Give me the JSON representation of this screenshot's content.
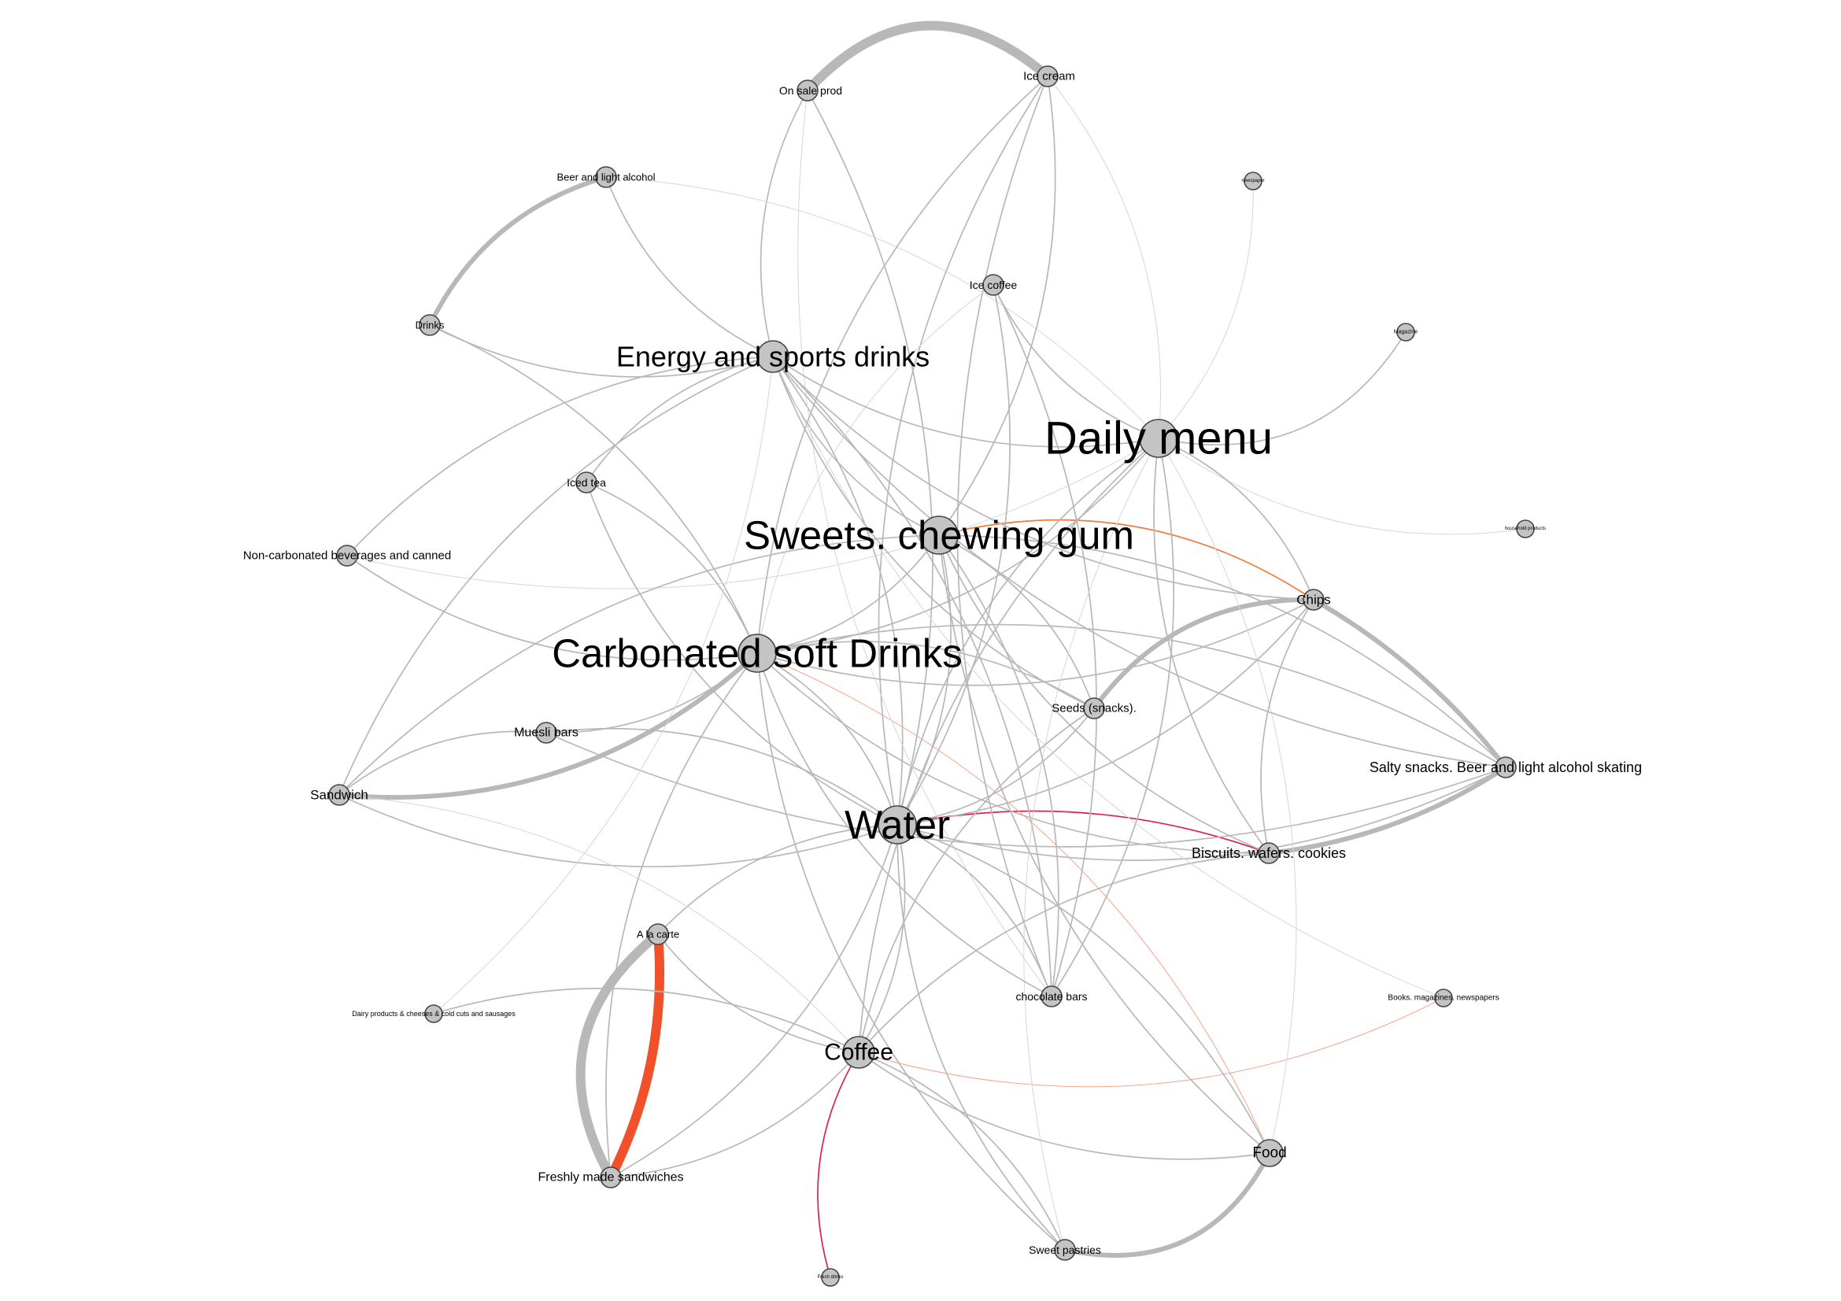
{
  "colors": {
    "edge_default": "#b8b8b8",
    "edge_light": "#d6d6d6",
    "edge_highlight_strong": "#f0502a",
    "edge_highlight_orange": "#f27a3a",
    "edge_highlight_crimson": "#e0204a",
    "edge_highlight_salmon": "#f4a48a",
    "node_fill": "#c4c4c4",
    "node_stroke": "#444444",
    "background": "#ffffff"
  },
  "nodes": [
    {
      "id": "on-sale-prod",
      "label": "On sale prod",
      "size": "small"
    },
    {
      "id": "ice-cream",
      "label": "Ice cream",
      "size": "small"
    },
    {
      "id": "beer-light-alcohol",
      "label": "Beer and light alcohol",
      "size": "small"
    },
    {
      "id": "newspaper",
      "label": "newspaper",
      "size": "tiny"
    },
    {
      "id": "ice-coffee",
      "label": "Ice coffee",
      "size": "small"
    },
    {
      "id": "drinks",
      "label": "Drinks",
      "size": "small"
    },
    {
      "id": "magazine",
      "label": "Magazine",
      "size": "tiny"
    },
    {
      "id": "energy-sports-drinks",
      "label": "Energy and sports drinks",
      "size": "large"
    },
    {
      "id": "daily-menu",
      "label": "Daily menu",
      "size": "xlarge"
    },
    {
      "id": "iced-tea",
      "label": "Iced tea",
      "size": "small"
    },
    {
      "id": "household-products",
      "label": "household products",
      "size": "tiny"
    },
    {
      "id": "sweets-chewing-gum",
      "label": "Sweets. chewing gum",
      "size": "xlarge"
    },
    {
      "id": "non-carbonated",
      "label": "Non-carbonated beverages and canned",
      "size": "small"
    },
    {
      "id": "chips",
      "label": "Chips",
      "size": "small"
    },
    {
      "id": "carbonated-soft-drinks",
      "label": "Carbonated soft Drinks",
      "size": "xlarge"
    },
    {
      "id": "seeds-snacks",
      "label": "Seeds (snacks).",
      "size": "small"
    },
    {
      "id": "muesli-bars",
      "label": "Muesli bars",
      "size": "small"
    },
    {
      "id": "salty-snacks",
      "label": "Salty snacks. Beer and light alcohol skating",
      "size": "small"
    },
    {
      "id": "sandwich",
      "label": "Sandwich",
      "size": "small"
    },
    {
      "id": "water",
      "label": "Water",
      "size": "xlarge"
    },
    {
      "id": "biscuits",
      "label": "Biscuits. wafers. cookies",
      "size": "small"
    },
    {
      "id": "a-la-carte",
      "label": "A la carte",
      "size": "small"
    },
    {
      "id": "chocolate-bars",
      "label": "chocolate bars",
      "size": "small"
    },
    {
      "id": "books-magazines",
      "label": "Books. magazines. newspapers",
      "size": "tiny"
    },
    {
      "id": "dairy-products",
      "label": "Dairy products & cheeses & cold cuts and sausages",
      "size": "tiny"
    },
    {
      "id": "coffee",
      "label": "Coffee",
      "size": "large"
    },
    {
      "id": "food",
      "label": "Food",
      "size": "medium"
    },
    {
      "id": "freshly-made-sandwiches",
      "label": "Freshly made sandwiches",
      "size": "small"
    },
    {
      "id": "sweet-pastries",
      "label": "Sweet pastries",
      "size": "small"
    },
    {
      "id": "fresh-drinks",
      "label": "Fresh drinks",
      "size": "tiny"
    }
  ],
  "edges": [
    {
      "source": "on-sale-prod",
      "target": "ice-cream",
      "weight": "heavy",
      "color": "default"
    },
    {
      "source": "beer-light-alcohol",
      "target": "drinks",
      "weight": "medium",
      "color": "default"
    },
    {
      "source": "a-la-carte",
      "target": "freshly-made-sandwiches",
      "weight": "heavy",
      "color": "highlight_strong"
    },
    {
      "source": "a-la-carte",
      "target": "freshly-made-sandwiches",
      "weight": "heavy",
      "color": "default"
    },
    {
      "source": "chips",
      "target": "salty-snacks",
      "weight": "medium",
      "color": "default"
    },
    {
      "source": "food",
      "target": "sweet-pastries",
      "weight": "medium",
      "color": "default"
    },
    {
      "source": "carbonated-soft-drinks",
      "target": "sandwich",
      "weight": "medium",
      "color": "default"
    },
    {
      "source": "coffee",
      "target": "fresh-drinks",
      "weight": "thin",
      "color": "highlight_crimson"
    },
    {
      "source": "water",
      "target": "biscuits",
      "weight": "thin",
      "color": "highlight_crimson"
    },
    {
      "source": "sweets-chewing-gum",
      "target": "chips",
      "weight": "thin",
      "color": "highlight_orange"
    },
    {
      "source": "energy-sports-drinks",
      "target": "daily-menu",
      "weight": "hair",
      "color": "highlight_salmon"
    },
    {
      "source": "carbonated-soft-drinks",
      "target": "food",
      "weight": "hair",
      "color": "highlight_salmon"
    },
    {
      "source": "coffee",
      "target": "books-magazines",
      "weight": "hair",
      "color": "highlight_salmon"
    },
    {
      "source": "seeds-snacks",
      "target": "chips",
      "weight": "medium",
      "color": "default"
    },
    {
      "source": "salty-snacks",
      "target": "biscuits",
      "weight": "medium",
      "color": "default"
    },
    {
      "source": "daily-menu",
      "target": "magazine",
      "weight": "thin",
      "color": "default"
    },
    {
      "source": "on-sale-prod",
      "target": "energy-sports-drinks",
      "weight": "thin",
      "color": "default"
    },
    {
      "source": "sandwich",
      "target": "muesli-bars",
      "weight": "thin",
      "color": "default"
    },
    {
      "source": "coffee",
      "target": "food",
      "weight": "thin",
      "color": "default"
    },
    {
      "source": "coffee",
      "target": "freshly-made-sandwiches",
      "weight": "thin",
      "color": "default"
    },
    {
      "source": "a-la-carte",
      "target": "coffee",
      "weight": "thin",
      "color": "default"
    },
    {
      "source": "dairy-products",
      "target": "coffee",
      "weight": "thin",
      "color": "default"
    },
    {
      "source": "carbonated-soft-drinks",
      "target": "freshly-made-sandwiches",
      "weight": "thin",
      "color": "default"
    },
    {
      "source": "energy-sports-drinks",
      "target": "water",
      "weight": "thin",
      "color": "default"
    },
    {
      "source": "energy-sports-drinks",
      "target": "sweets-chewing-gum",
      "weight": "thin",
      "color": "default"
    },
    {
      "source": "carbonated-soft-drinks",
      "target": "water",
      "weight": "thin",
      "color": "default"
    },
    {
      "source": "carbonated-soft-drinks",
      "target": "sweets-chewing-gum",
      "weight": "thin",
      "color": "default"
    },
    {
      "source": "sweets-chewing-gum",
      "target": "water",
      "weight": "thin",
      "color": "default"
    },
    {
      "source": "daily-menu",
      "target": "water",
      "weight": "thin",
      "color": "default"
    },
    {
      "source": "daily-menu",
      "target": "carbonated-soft-drinks",
      "weight": "thin",
      "color": "default"
    },
    {
      "source": "ice-cream",
      "target": "water",
      "weight": "thin",
      "color": "default"
    },
    {
      "source": "ice-cream",
      "target": "daily-menu",
      "weight": "hair",
      "color": "light"
    },
    {
      "source": "ice-cream",
      "target": "chocolate-bars",
      "weight": "thin",
      "color": "default"
    },
    {
      "source": "ice-coffee",
      "target": "chocolate-bars",
      "weight": "thin",
      "color": "default"
    },
    {
      "source": "water",
      "target": "salty-snacks",
      "weight": "thin",
      "color": "default"
    },
    {
      "source": "water",
      "target": "coffee",
      "weight": "thin",
      "color": "default"
    },
    {
      "source": "water",
      "target": "sweet-pastries",
      "weight": "thin",
      "color": "default"
    },
    {
      "source": "water",
      "target": "chocolate-bars",
      "weight": "thin",
      "color": "default"
    },
    {
      "source": "water",
      "target": "seeds-snacks",
      "weight": "thin",
      "color": "default"
    },
    {
      "source": "carbonated-soft-drinks",
      "target": "seeds-snacks",
      "weight": "thin",
      "color": "default"
    },
    {
      "source": "carbonated-soft-drinks",
      "target": "biscuits",
      "weight": "thin",
      "color": "default"
    },
    {
      "source": "carbonated-soft-drinks",
      "target": "salty-snacks",
      "weight": "thin",
      "color": "default"
    },
    {
      "source": "carbonated-soft-drinks",
      "target": "chips",
      "weight": "thin",
      "color": "default"
    },
    {
      "source": "sweets-chewing-gum",
      "target": "seeds-snacks",
      "weight": "thin",
      "color": "default"
    },
    {
      "source": "sweets-chewing-gum",
      "target": "biscuits",
      "weight": "thin",
      "color": "default"
    },
    {
      "source": "energy-sports-drinks",
      "target": "chocolate-bars",
      "weight": "thin",
      "color": "default"
    },
    {
      "source": "drinks",
      "target": "energy-sports-drinks",
      "weight": "thin",
      "color": "default"
    },
    {
      "source": "drinks",
      "target": "carbonated-soft-drinks",
      "weight": "thin",
      "color": "default"
    },
    {
      "source": "beer-light-alcohol",
      "target": "energy-sports-drinks",
      "weight": "thin",
      "color": "default"
    },
    {
      "source": "beer-light-alcohol",
      "target": "daily-menu",
      "weight": "hair",
      "color": "light"
    },
    {
      "source": "non-carbonated",
      "target": "carbonated-soft-drinks",
      "weight": "thin",
      "color": "default"
    },
    {
      "source": "non-carbonated",
      "target": "energy-sports-drinks",
      "weight": "thin",
      "color": "default"
    },
    {
      "source": "non-carbonated",
      "target": "daily-menu",
      "weight": "hair",
      "color": "light"
    },
    {
      "source": "iced-tea",
      "target": "carbonated-soft-drinks",
      "weight": "thin",
      "color": "default"
    },
    {
      "source": "iced-tea",
      "target": "water",
      "weight": "thin",
      "color": "default"
    },
    {
      "source": "iced-tea",
      "target": "energy-sports-drinks",
      "weight": "thin",
      "color": "default"
    },
    {
      "source": "muesli-bars",
      "target": "carbonated-soft-drinks",
      "weight": "thin",
      "color": "default"
    },
    {
      "source": "muesli-bars",
      "target": "water",
      "weight": "thin",
      "color": "default"
    },
    {
      "source": "muesli-bars",
      "target": "salty-snacks",
      "weight": "thin",
      "color": "default"
    },
    {
      "source": "sandwich",
      "target": "energy-sports-drinks",
      "weight": "thin",
      "color": "default"
    },
    {
      "source": "sandwich",
      "target": "water",
      "weight": "thin",
      "color": "default"
    },
    {
      "source": "sandwich",
      "target": "sweets-chewing-gum",
      "weight": "thin",
      "color": "default"
    },
    {
      "source": "daily-menu",
      "target": "household-products",
      "weight": "hair",
      "color": "light"
    },
    {
      "source": "daily-menu",
      "target": "chips",
      "weight": "thin",
      "color": "default"
    },
    {
      "source": "daily-menu",
      "target": "biscuits",
      "weight": "thin",
      "color": "default"
    },
    {
      "source": "daily-menu",
      "target": "chocolate-bars",
      "weight": "thin",
      "color": "default"
    },
    {
      "source": "daily-menu",
      "target": "coffee",
      "weight": "thin",
      "color": "default"
    },
    {
      "source": "daily-menu",
      "target": "food",
      "weight": "hair",
      "color": "light"
    },
    {
      "source": "daily-menu",
      "target": "sweet-pastries",
      "weight": "hair",
      "color": "light"
    },
    {
      "source": "newspaper",
      "target": "daily-menu",
      "weight": "hair",
      "color": "light"
    },
    {
      "source": "ice-coffee",
      "target": "daily-menu",
      "weight": "thin",
      "color": "default"
    },
    {
      "source": "ice-coffee",
      "target": "water",
      "weight": "thin",
      "color": "default"
    },
    {
      "source": "ice-coffee",
      "target": "carbonated-soft-drinks",
      "weight": "hair",
      "color": "light"
    },
    {
      "source": "on-sale-prod",
      "target": "water",
      "weight": "thin",
      "color": "default"
    },
    {
      "source": "on-sale-prod",
      "target": "chocolate-bars",
      "weight": "hair",
      "color": "light"
    },
    {
      "source": "ice-cream",
      "target": "sweets-chewing-gum",
      "weight": "thin",
      "color": "default"
    },
    {
      "source": "ice-cream",
      "target": "carbonated-soft-drinks",
      "weight": "thin",
      "color": "default"
    },
    {
      "source": "chips",
      "target": "water",
      "weight": "thin",
      "color": "default"
    },
    {
      "source": "chips",
      "target": "biscuits",
      "weight": "thin",
      "color": "default"
    },
    {
      "source": "chips",
      "target": "energy-sports-drinks",
      "weight": "thin",
      "color": "default"
    },
    {
      "source": "seeds-snacks",
      "target": "coffee",
      "weight": "thin",
      "color": "default"
    },
    {
      "source": "seeds-snacks",
      "target": "energy-sports-drinks",
      "weight": "thin",
      "color": "default"
    },
    {
      "source": "salty-snacks",
      "target": "sweets-chewing-gum",
      "weight": "thin",
      "color": "default"
    },
    {
      "source": "salty-snacks",
      "target": "energy-sports-drinks",
      "weight": "thin",
      "color": "default"
    },
    {
      "source": "biscuits",
      "target": "coffee",
      "weight": "thin",
      "color": "default"
    },
    {
      "source": "chocolate-bars",
      "target": "carbonated-soft-drinks",
      "weight": "thin",
      "color": "default"
    },
    {
      "source": "chocolate-bars",
      "target": "sweets-chewing-gum",
      "weight": "thin",
      "color": "default"
    },
    {
      "source": "books-magazines",
      "target": "energy-sports-drinks",
      "weight": "hair",
      "color": "light"
    },
    {
      "source": "food",
      "target": "water",
      "weight": "thin",
      "color": "default"
    },
    {
      "source": "food",
      "target": "sweets-chewing-gum",
      "weight": "thin",
      "color": "default"
    },
    {
      "source": "sweet-pastries",
      "target": "coffee",
      "weight": "thin",
      "color": "default"
    },
    {
      "source": "sweet-pastries",
      "target": "carbonated-soft-drinks",
      "weight": "thin",
      "color": "default"
    },
    {
      "source": "freshly-made-sandwiches",
      "target": "water",
      "weight": "thin",
      "color": "default"
    },
    {
      "source": "a-la-carte",
      "target": "water",
      "weight": "thin",
      "color": "default"
    },
    {
      "source": "dairy-products",
      "target": "energy-sports-drinks",
      "weight": "hair",
      "color": "light"
    },
    {
      "source": "sandwich",
      "target": "coffee",
      "weight": "hair",
      "color": "light"
    },
    {
      "source": "energy-sports-drinks",
      "target": "daily-menu",
      "weight": "thin",
      "color": "default"
    }
  ]
}
